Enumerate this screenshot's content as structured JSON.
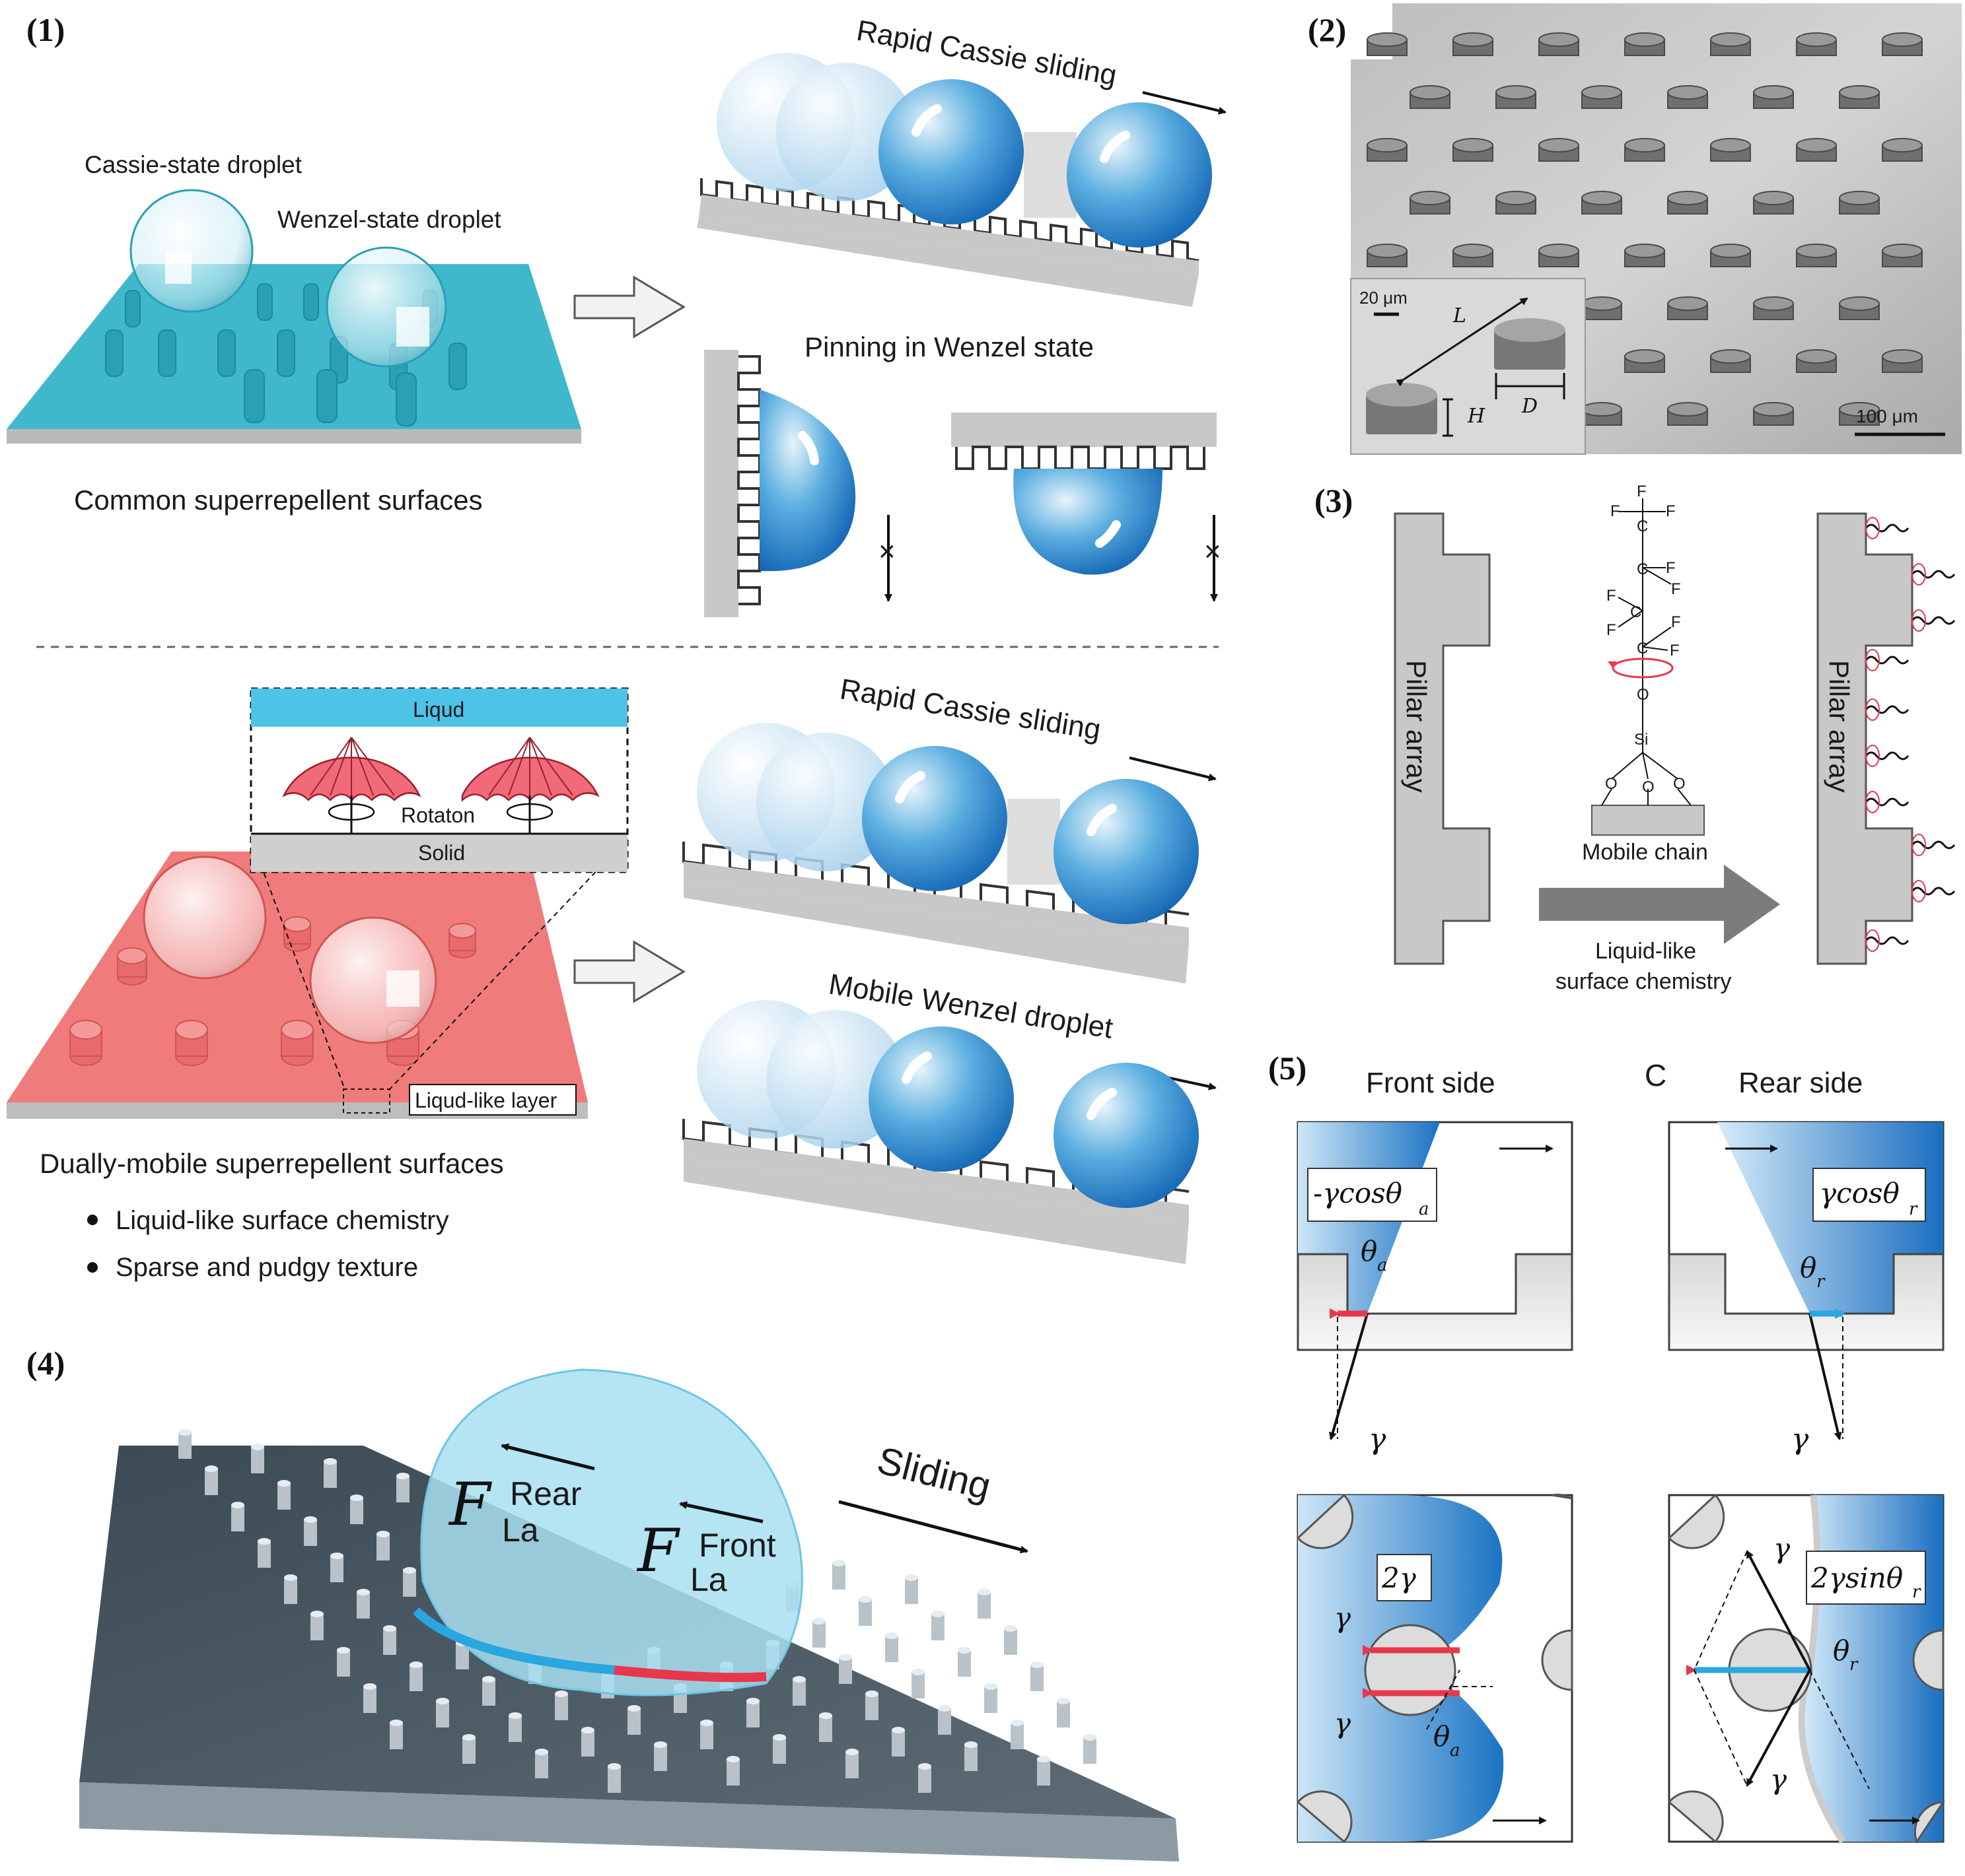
{
  "panels": {
    "p1": "(1)",
    "p2": "(2)",
    "p3": "(3)",
    "p4": "(4)",
    "p5": "(5)",
    "p5c": "C"
  },
  "panel1": {
    "cassie_droplet": "Cassie-state droplet",
    "wenzel_droplet": "Wenzel-state droplet",
    "common_caption": "Common superrepellent surfaces",
    "rapid_sliding_top": "Rapid Cassie sliding",
    "pinning": "Pinning in Wenzel state",
    "liquid": "Liqud",
    "rotation": "Rotaton",
    "solid": "Solid",
    "rapid_sliding_bottom": "Rapid Cassie sliding",
    "mobile_wenzel": "Mobile Wenzel droplet",
    "liquid_like_layer": "Liqud-like layer",
    "dual_caption": "Dually-mobile superrepellent surfaces",
    "bullets": [
      "Liquid-like surface chemistry",
      "Sparse and pudgy texture"
    ],
    "x_mark": "×"
  },
  "panel2": {
    "scale_small": "20 μm",
    "scale_large": "100 μm",
    "dim_L": "L",
    "dim_H": "H",
    "dim_D": "D"
  },
  "panel3": {
    "pillar_left": "Pillar array",
    "pillar_right": "Pillar array",
    "mobile_chain": "Mobile chain",
    "liquid_like_1": "Liquid-like",
    "liquid_like_2": "surface chemistry",
    "atoms": {
      "F": "F",
      "C": "C",
      "O": "O",
      "Si": "Si"
    }
  },
  "panel4": {
    "sliding": "Sliding",
    "F": "F",
    "rear_sup": "Rear",
    "front_sup": "Front",
    "la_sub": "La"
  },
  "panel5": {
    "front_side": "Front side",
    "rear_side": "Rear side",
    "front_force": "-γcosθ",
    "front_force_sub": "a",
    "rear_force": "γcosθ",
    "rear_force_sub": "r",
    "theta_a": "θ",
    "sub_a": "a",
    "theta_r": "θ",
    "sub_r": "r",
    "gamma": "γ",
    "two_gamma": "2γ",
    "two_gamma_sin": "2γsinθ",
    "two_gamma_sin_sub": "r"
  },
  "colors": {
    "blue_accent": "#1e6fb8",
    "cyan_surface": "#3fb8cc",
    "red_surface": "#ef7b7b",
    "red_force": "#e8374d",
    "blue_force": "#2aa6e0",
    "gray_substrate": "#c8c8c8"
  }
}
